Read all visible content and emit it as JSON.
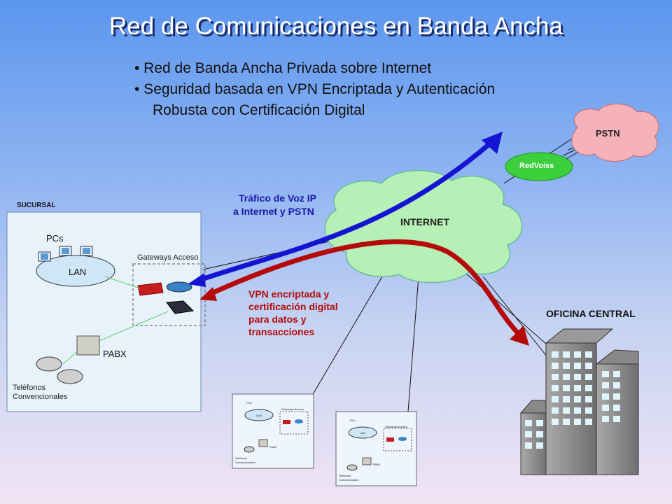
{
  "title": "Red de Comunicaciones en Banda Ancha",
  "bullets": [
    "• Red de Banda Ancha Privada sobre Internet",
    "• Seguridad basada en VPN Encriptada y Autenticación",
    "Robusta con Certificación Digital"
  ],
  "clouds": {
    "pstn": "PSTN",
    "redvoiss": "RedVoiss",
    "internet": "INTERNET"
  },
  "arrows": {
    "voip_label_1": "Tráfico de Voz IP",
    "voip_label_2": "a Internet y PSTN",
    "vpn_label_1": "VPN encriptada y",
    "vpn_label_2": "certificación digital",
    "vpn_label_3": "para datos y",
    "vpn_label_4": "transacciones"
  },
  "branch": {
    "label": "SUCURSAL",
    "pcs": "PCs",
    "lan": "LAN",
    "gateways": "Gateways Acceso",
    "pabx": "PABX",
    "phones_1": "Teléfonos",
    "phones_2": "Convencionales"
  },
  "office": {
    "label": "OFICINA CENTRAL"
  },
  "colors": {
    "voip_arrow": "#1414d2",
    "vpn_arrow": "#b40a0a",
    "internet_cloud": "#b6f0b6",
    "pstn_cloud": "#f6b2ba",
    "redvoiss": "#3ccf3c"
  }
}
